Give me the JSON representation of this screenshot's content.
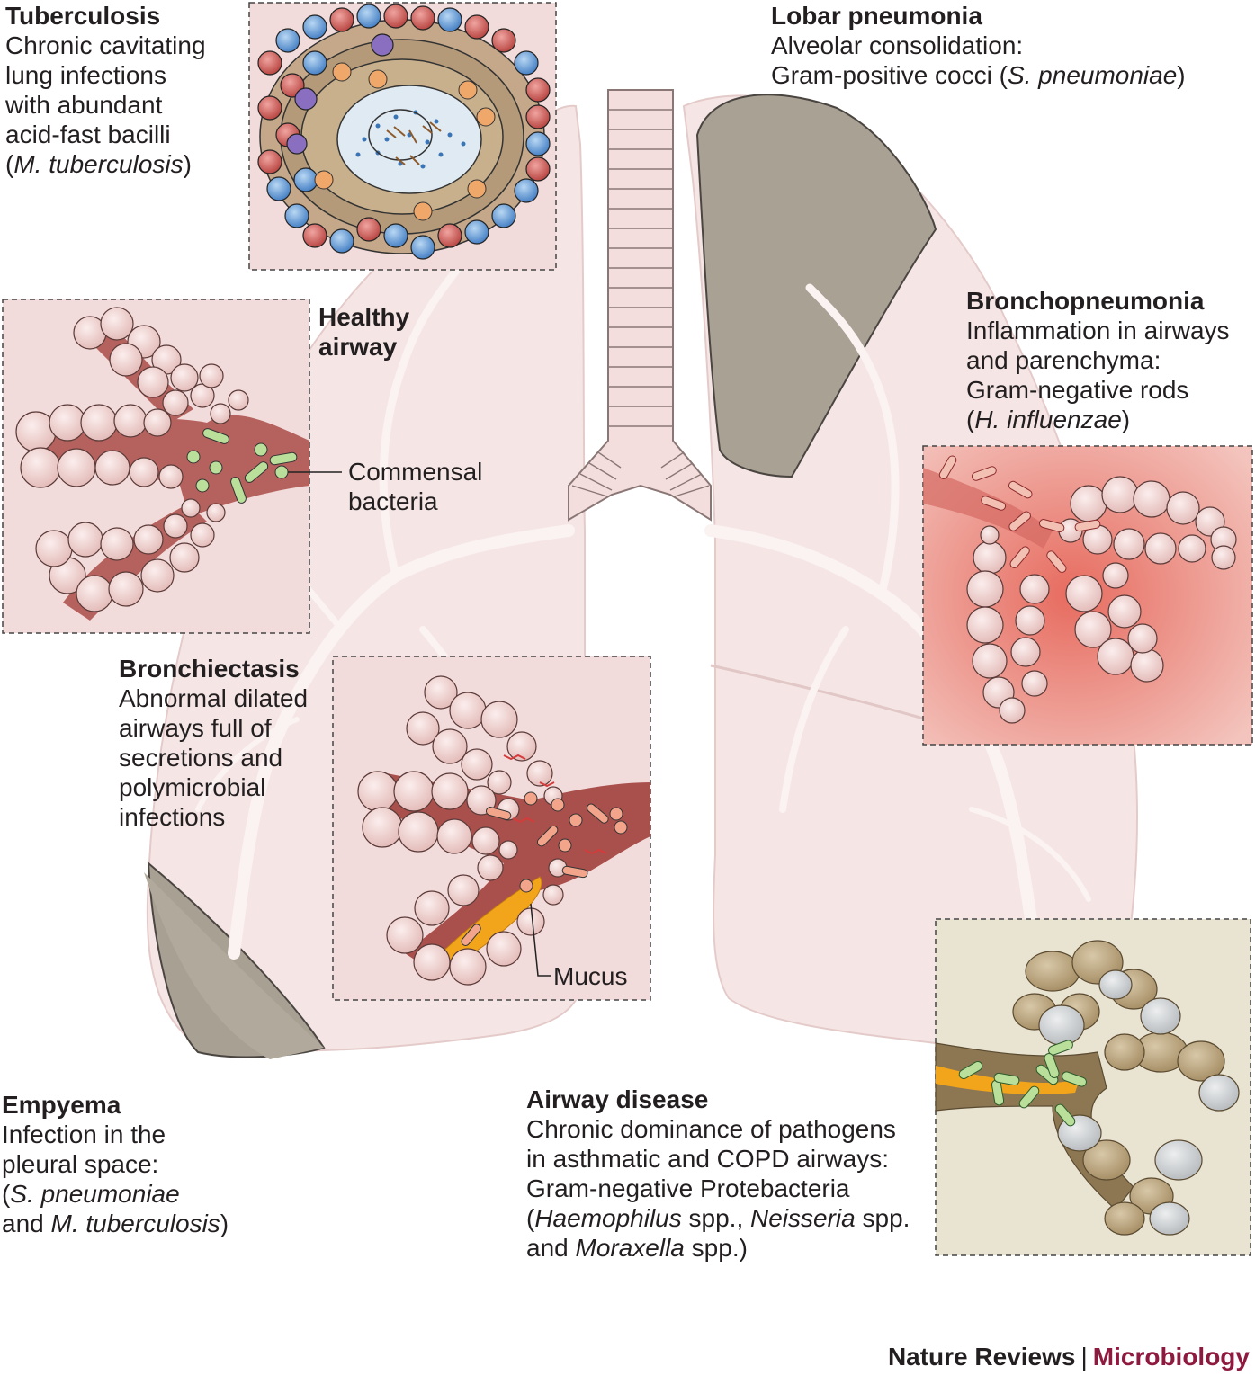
{
  "labels": {
    "tuberculosis": {
      "title": "Tuberculosis",
      "line1": "Chronic cavitating",
      "line2": "lung infections",
      "line3": "with abundant",
      "line4": "acid-fast bacilli",
      "line5_open": "(",
      "line5_italic": "M. tuberculosis",
      "line5_close": ")"
    },
    "lobar_pneumonia": {
      "title": "Lobar pneumonia",
      "line1": "Alveolar consolidation:",
      "line2_text": "Gram-positive cocci (",
      "line2_italic": "S. pneumoniae",
      "line2_close": ")"
    },
    "healthy_airway": {
      "title_line1": "Healthy",
      "title_line2": "airway"
    },
    "commensal": {
      "line1": "Commensal",
      "line2": "bacteria"
    },
    "bronchopneumonia": {
      "title": "Bronchopneumonia",
      "line1": "Inflammation in airways",
      "line2": "and parenchyma:",
      "line3": "Gram-negative rods",
      "line4_open": "(",
      "line4_italic": "H. influenzae",
      "line4_close": ")"
    },
    "bronchiectasis": {
      "title": "Bronchiectasis",
      "line1": "Abnormal dilated",
      "line2": "airways full of",
      "line3": "secretions and",
      "line4": "polymicrobial",
      "line5": "infections"
    },
    "mucus": "Mucus",
    "empyema": {
      "title": "Empyema",
      "line1": "Infection in the",
      "line2": "pleural space:",
      "line3_open": "(",
      "line3_italic": "S. pneumoniae",
      "line4_text": "and ",
      "line4_italic": "M. tuberculosis",
      "line4_close": ")"
    },
    "airway_disease": {
      "title": "Airway disease",
      "line1": "Chronic dominance of pathogens",
      "line2": "in asthmatic and COPD airways:",
      "line3": "Gram-negative Protebacteria",
      "line4_open": "(",
      "line4_italic1": "Haemophilus",
      "line4_text1": " spp., ",
      "line4_italic2": "Neisseria",
      "line4_text2": " spp.",
      "line5_text1": "and ",
      "line5_italic": "Moraxella",
      "line5_text2": " spp.)"
    }
  },
  "footer": {
    "journal": "Nature Reviews",
    "separator": "|",
    "section": "Microbiology"
  },
  "colors": {
    "lung": "#f4e4e3",
    "lung_stroke": "#e2c9c8",
    "consolidated_lobe": "#a59e93",
    "airway": "#b8625f",
    "alveolus": "#f0d3d1",
    "inflamed_bg": "#e47c70",
    "mucus": "#f2a51b",
    "copd_bg": "#e9e3d2",
    "copd_airway": "#8d7752",
    "section_color": "#8e1b3f"
  }
}
